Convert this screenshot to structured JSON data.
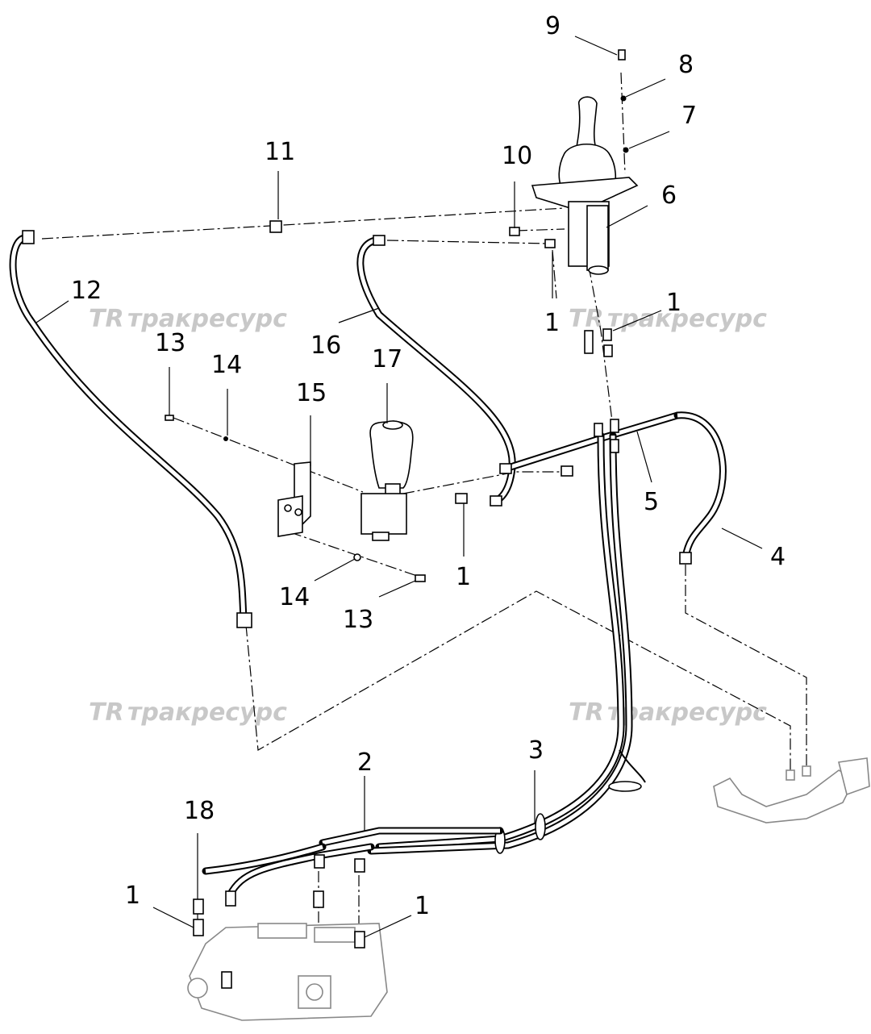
{
  "watermark": {
    "logo": "TR",
    "text": "тракресурс"
  },
  "callouts": {
    "c1a": "1",
    "c1b": "1",
    "c1c": "1",
    "c1d": "1",
    "c1e": "1",
    "c2": "2",
    "c3": "3",
    "c4": "4",
    "c5": "5",
    "c6": "6",
    "c7": "7",
    "c8": "8",
    "c9": "9",
    "c10": "10",
    "c11": "11",
    "c12": "12",
    "c13a": "13",
    "c13b": "13",
    "c14a": "14",
    "c14b": "14",
    "c15": "15",
    "c16": "16",
    "c17": "17",
    "c18": "18"
  }
}
